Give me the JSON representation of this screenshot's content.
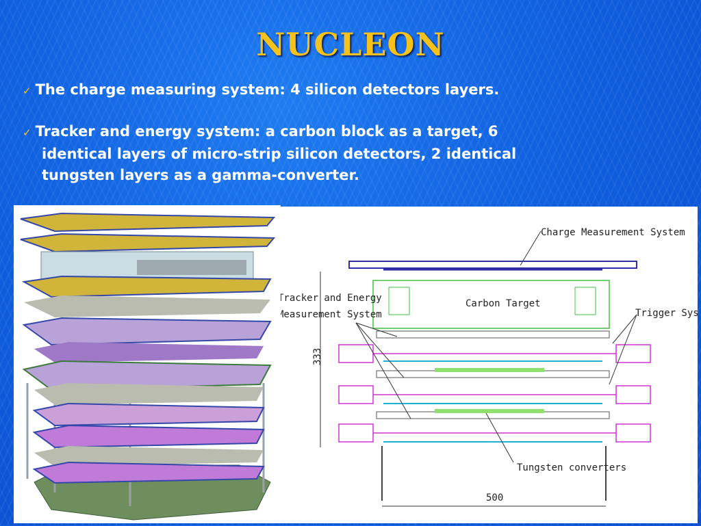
{
  "title": "NUCLEON",
  "bullets": [
    {
      "lines": [
        "The charge measuring system: 4 silicon detectors layers."
      ]
    },
    {
      "lines": [
        "Tracker and energy system: a carbon block as a target, 6",
        "identical layers of micro-strip silicon detectors, 2 identical",
        "tungsten layers as a gamma-converter."
      ]
    }
  ],
  "check_symbol": "✓",
  "diagram": {
    "labels": {
      "charge": "Charge Measurement System",
      "carbon": "Carbon Target",
      "tracker1": "Tracker and Energy",
      "tracker2": "Measurement System",
      "trigger": "Trigger System",
      "tungsten": "Tungsten converters",
      "height": "333",
      "width": "500"
    }
  },
  "colors": {
    "title": "#f5c21b",
    "background": "#1060e0"
  }
}
